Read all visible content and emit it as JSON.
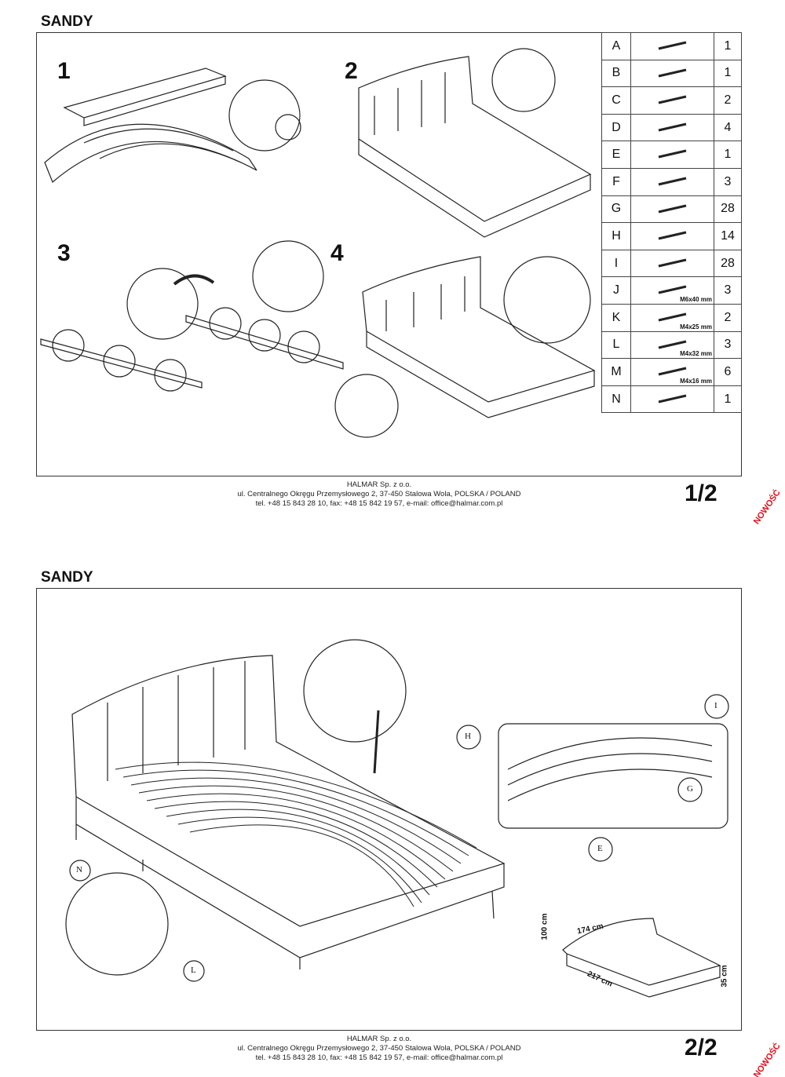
{
  "pages": [
    {
      "title": "SANDY",
      "page_number": "1/2",
      "badge": "NOWOŚĆ",
      "steps": [
        "1",
        "2",
        "3",
        "4"
      ],
      "footer": {
        "company": "HALMAR Sp. z o.o.",
        "address": "ul. Centralnego Okręgu Przemysłowego 2, 37-450 Stalowa Wola, POLSKA / POLAND",
        "contact": "tel. +48 15 843 28 10, fax: +48 15 842 19 57, e-mail: office@halmar.com.pl"
      }
    },
    {
      "title": "SANDY",
      "page_number": "2/2",
      "badge": "NOWOŚĆ",
      "footer": {
        "company": "HALMAR Sp. z o.o.",
        "address": "ul. Centralnego Okręgu Przemysłowego 2, 37-450 Stalowa Wola, POLSKA / POLAND",
        "contact": "tel. +48 15 843 28 10, fax: +48 15 842 19 57, e-mail: office@halmar.com.pl"
      },
      "dimensions": {
        "width": "174 cm",
        "height": "100 cm",
        "length": "217 cm",
        "leg": "35 cm"
      }
    }
  ],
  "parts": [
    {
      "letter": "A",
      "qty": "1",
      "size": ""
    },
    {
      "letter": "B",
      "qty": "1",
      "size": ""
    },
    {
      "letter": "C",
      "qty": "2",
      "size": ""
    },
    {
      "letter": "D",
      "qty": "4",
      "size": ""
    },
    {
      "letter": "E",
      "qty": "1",
      "size": ""
    },
    {
      "letter": "F",
      "qty": "3",
      "size": ""
    },
    {
      "letter": "G",
      "qty": "28",
      "size": ""
    },
    {
      "letter": "H",
      "qty": "14",
      "size": ""
    },
    {
      "letter": "I",
      "qty": "28",
      "size": ""
    },
    {
      "letter": "J",
      "qty": "3",
      "size": "M6x40 mm"
    },
    {
      "letter": "K",
      "qty": "2",
      "size": "M4x25 mm"
    },
    {
      "letter": "L",
      "qty": "3",
      "size": "M4x32 mm"
    },
    {
      "letter": "M",
      "qty": "6",
      "size": "M4x16 mm"
    },
    {
      "letter": "N",
      "qty": "1",
      "size": ""
    }
  ]
}
